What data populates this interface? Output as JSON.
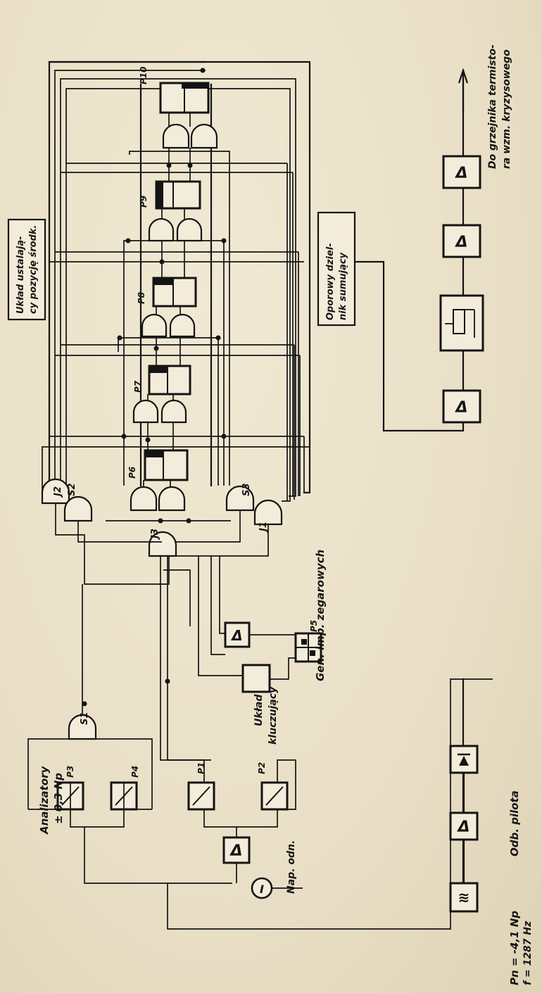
{
  "labels": {
    "analyzers": [
      "Analizatory",
      "± 0,3 Np"
    ],
    "nap_odn": "Nap. odn.",
    "uklad_kluczujacy": [
      "Układ",
      "kluczujący"
    ],
    "gen_imp": "Gen. imp. zegarowych",
    "uklad_ustalajacy": [
      "Układ ustalają-",
      "cy pozycję środk."
    ],
    "oporowy": [
      "Oporowy dziel-",
      "nik sumujący"
    ],
    "do_grzejnika": [
      "Do grzejnika termisto-",
      "ra wzm. kryzysowego"
    ],
    "odb_pilota": "Odb. pilota",
    "pn": "Pn = -4,1 Np",
    "f": "f = 1287 Hz"
  },
  "components": {
    "P1": "P1",
    "P2": "P2",
    "P3": "P3",
    "P4": "P4",
    "P5": "P5",
    "P6": "P6",
    "P7": "P7",
    "P8": "P8",
    "P9": "P9",
    "P10": "P10",
    "S1": "S1",
    "S2": "S2",
    "S3": "S3",
    "J1": "J1",
    "J2": "J2",
    "J3": "J3"
  },
  "symbols": {
    "delta": "Δ",
    "filter": "≋",
    "gauge": "I"
  },
  "icons": [
    "amplifier-icon",
    "rectifier-diode-icon",
    "bandpass-filter-icon",
    "flipflop-icon",
    "and-gate-icon",
    "thermistor-icon",
    "meter-icon",
    "arrow-icon"
  ]
}
